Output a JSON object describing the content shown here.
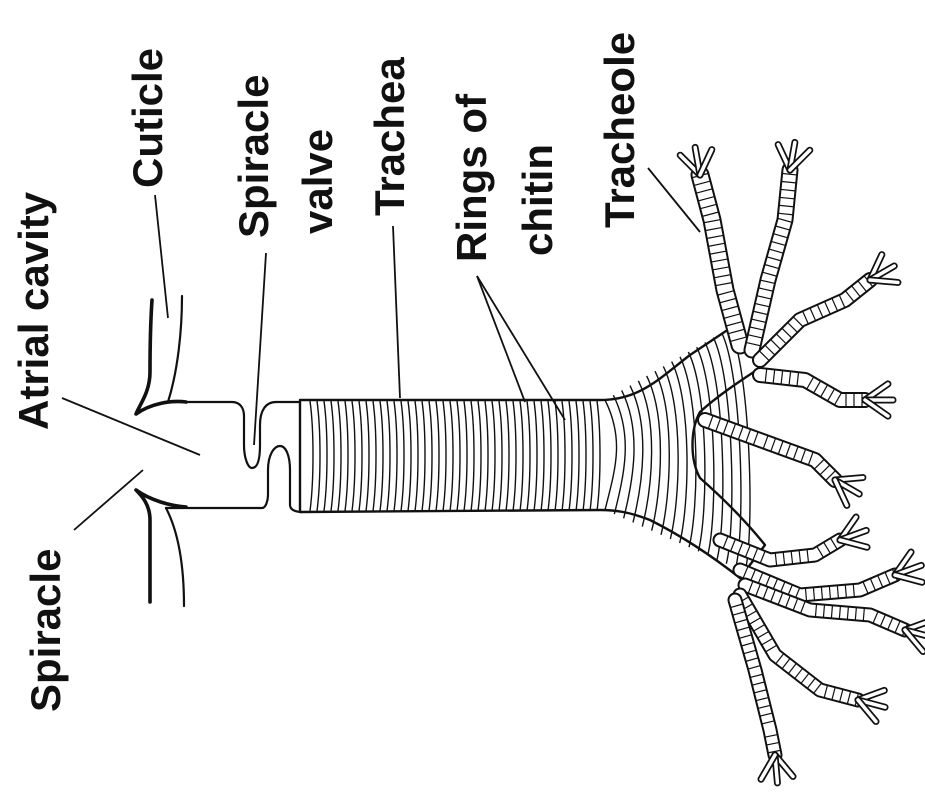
{
  "labels": {
    "cuticle": "Cuticle",
    "atrial_cavity": "Atrial cavity",
    "spiracle": "Spiracle",
    "spiracle_valve_line1": "Spiracle",
    "spiracle_valve_line2": "valve",
    "trachea": "Trachea",
    "rings_line1": "Rings of",
    "rings_line2": "chitin",
    "tracheole": "Tracheole"
  }
}
